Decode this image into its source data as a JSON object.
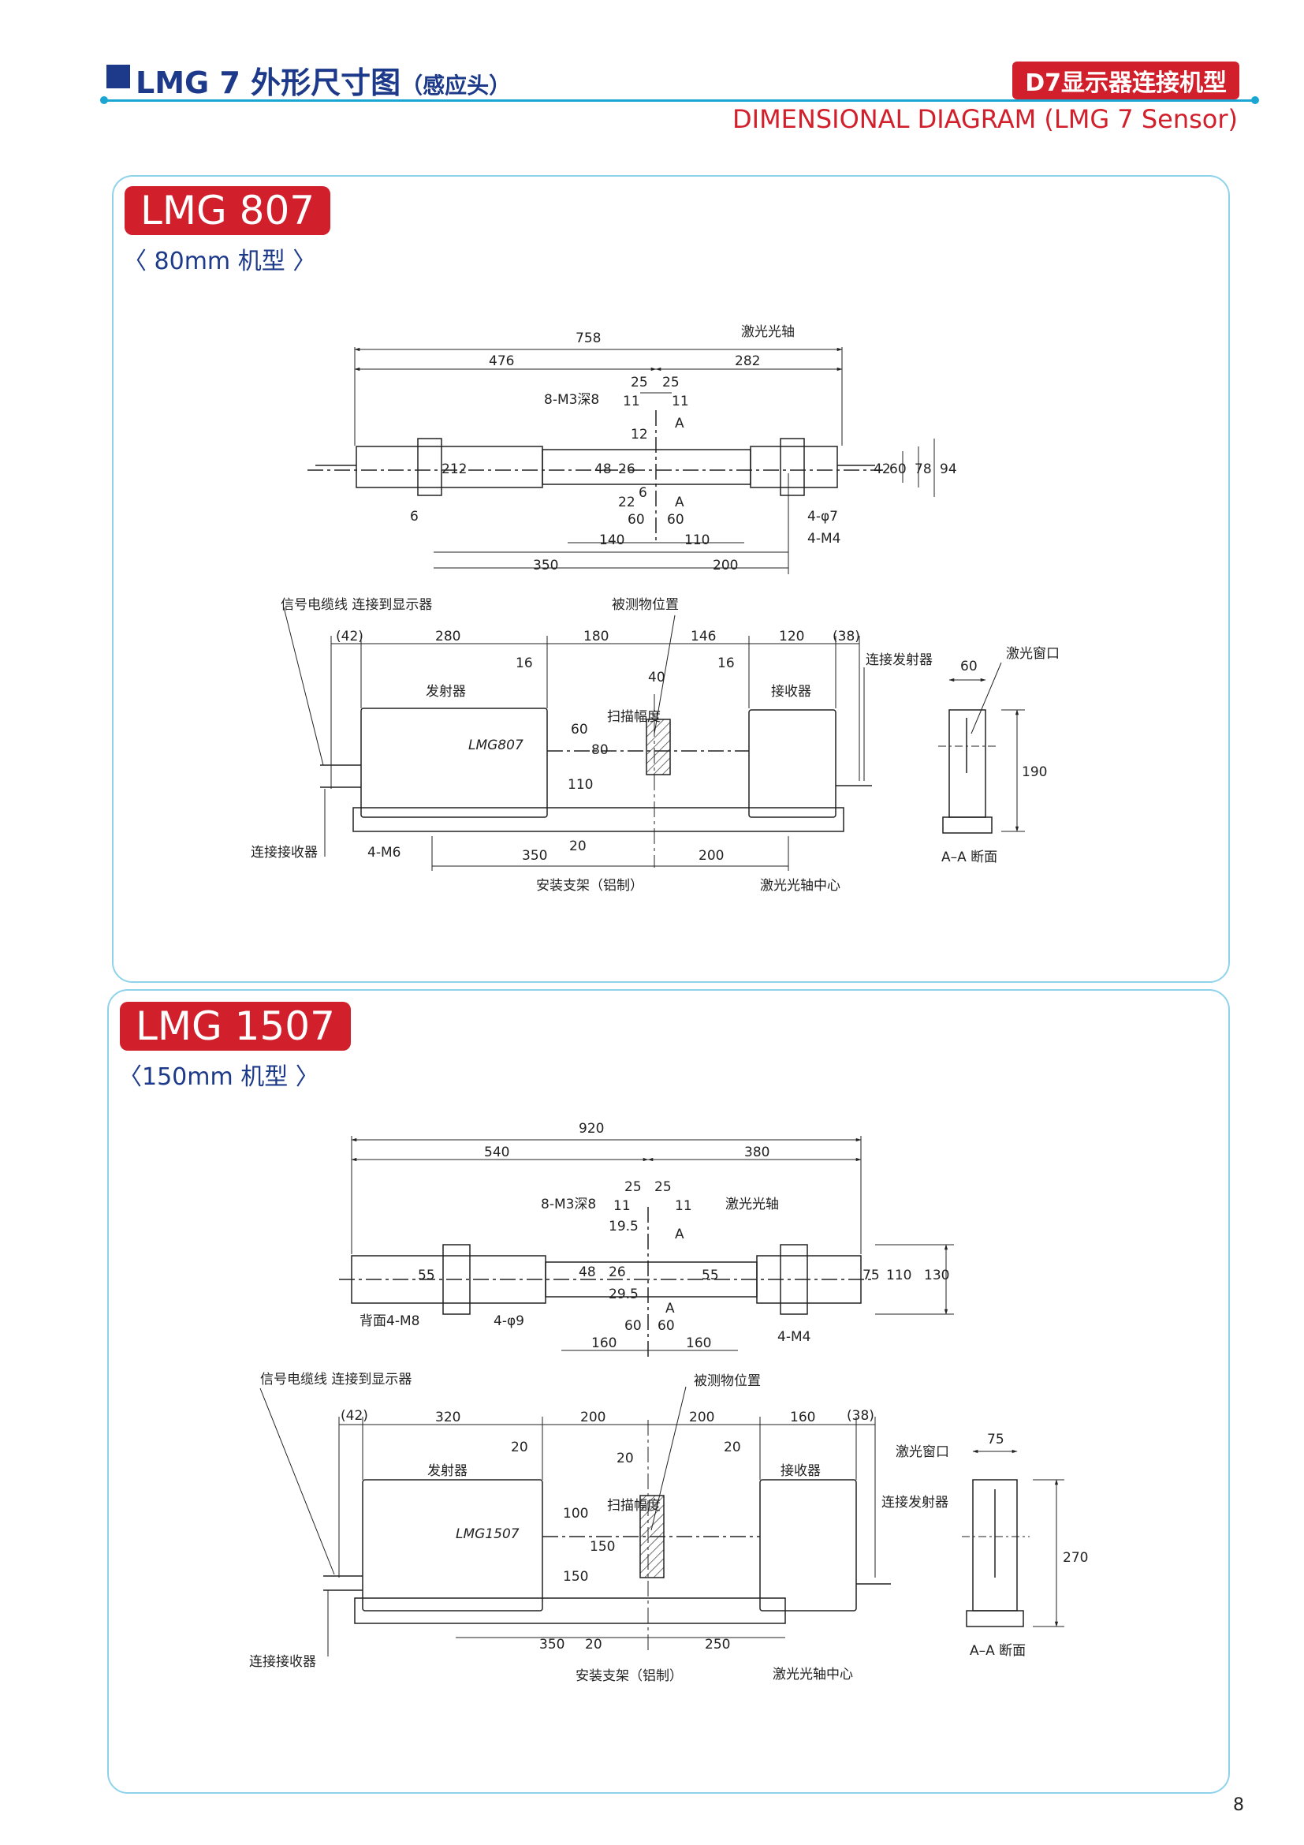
{
  "header": {
    "title_main": "LMG 7 外形尺寸图",
    "title_sub": "（感应头）",
    "badge": "D7显示器连接机型",
    "subtitle": "DIMENSIONAL DIAGRAM (LMG 7 Sensor)"
  },
  "sections": [
    {
      "model": "LMG 807",
      "size": "〈 80mm 机型 〉",
      "top": {
        "d_total": "758",
        "d_left": "476",
        "d_right": "282",
        "d_25a": "25",
        "d_25b": "25",
        "d_11a": "11",
        "d_11b": "11",
        "thread": "8-M3深8",
        "laser_axis": "激光光轴",
        "section_a": "A",
        "section_a2": "A",
        "d_12": "12",
        "d_26": "26",
        "d_48": "48",
        "d_22": "22",
        "d_6s": "6",
        "d_212": "212",
        "d_42": "42",
        "d_60h": "60",
        "d_78": "78",
        "d_94": "94",
        "d_60a": "60",
        "d_60b": "60",
        "d_6": "6",
        "holes": "4-φ7",
        "m4": "4-M4",
        "d_140": "140",
        "d_110": "110",
        "d_350": "350",
        "d_200": "200"
      },
      "side": {
        "cable": "信号电缆线  连接到显示器",
        "target": "被测物位置",
        "d_42p": "(42)",
        "d_280": "280",
        "d_180": "180",
        "d_146": "146",
        "d_120": "120",
        "d_38p": "(38)",
        "d_16a": "16",
        "d_16b": "16",
        "d_40": "40",
        "emitter": "发射器",
        "receiver": "接收器",
        "brand": "LMG807",
        "d_60": "60",
        "d_80": "80",
        "scan_width": "扫描幅度",
        "d_110": "110",
        "d_20": "20",
        "conn_emitter": "连接发射器",
        "conn_receiver": "连接接收器",
        "m6": "4-M6",
        "d_350": "350",
        "d_200": "200",
        "bracket": "安装支架（铝制）",
        "axis_center": "激光光轴中心"
      },
      "section_view": {
        "window": "激光窗口",
        "d_60": "60",
        "d_190": "190",
        "label": "A–A 断面"
      }
    },
    {
      "model": "LMG 1507",
      "size": "〈150mm 机型 〉",
      "top": {
        "d_total": "920",
        "d_left": "540",
        "d_right": "380",
        "d_25a": "25",
        "d_25b": "25",
        "d_11a": "11",
        "d_11b": "11",
        "thread": "8-M3深8",
        "laser_axis": "激光光轴",
        "section_a": "A",
        "section_a2": "A",
        "d_195": "19.5",
        "d_26": "26",
        "d_48": "48",
        "d_295": "29.5",
        "d_55a": "55",
        "d_55b": "55",
        "d_75": "75",
        "d_110": "110",
        "d_130": "130",
        "back_m8": "背面4-M8",
        "holes": "4-φ9",
        "d_60a": "60",
        "d_60b": "60",
        "m4": "4-M4",
        "d_160a": "160",
        "d_160b": "160"
      },
      "side": {
        "cable": "信号电缆线  连接到显示器",
        "target": "被测物位置",
        "d_42p": "(42)",
        "d_320": "320",
        "d_200a": "200",
        "d_200b": "200",
        "d_160": "160",
        "d_38p": "(38)",
        "d_20a": "20",
        "d_20b": "20",
        "d_20c": "20",
        "emitter": "发射器",
        "receiver": "接收器",
        "brand": "LMG1507",
        "d_100": "100",
        "d_150a": "150",
        "scan_width": "扫描幅度",
        "d_150b": "150",
        "window": "激光窗口",
        "conn_emitter": "连接发射器",
        "conn_receiver": "连接接收器",
        "d_350": "350",
        "d_20": "20",
        "d_250": "250",
        "bracket": "安装支架（铝制）",
        "axis_center": "激光光轴中心"
      },
      "section_view": {
        "d_75": "75",
        "d_270": "270",
        "label": "A–A 断面"
      }
    }
  ],
  "page_number": "8"
}
